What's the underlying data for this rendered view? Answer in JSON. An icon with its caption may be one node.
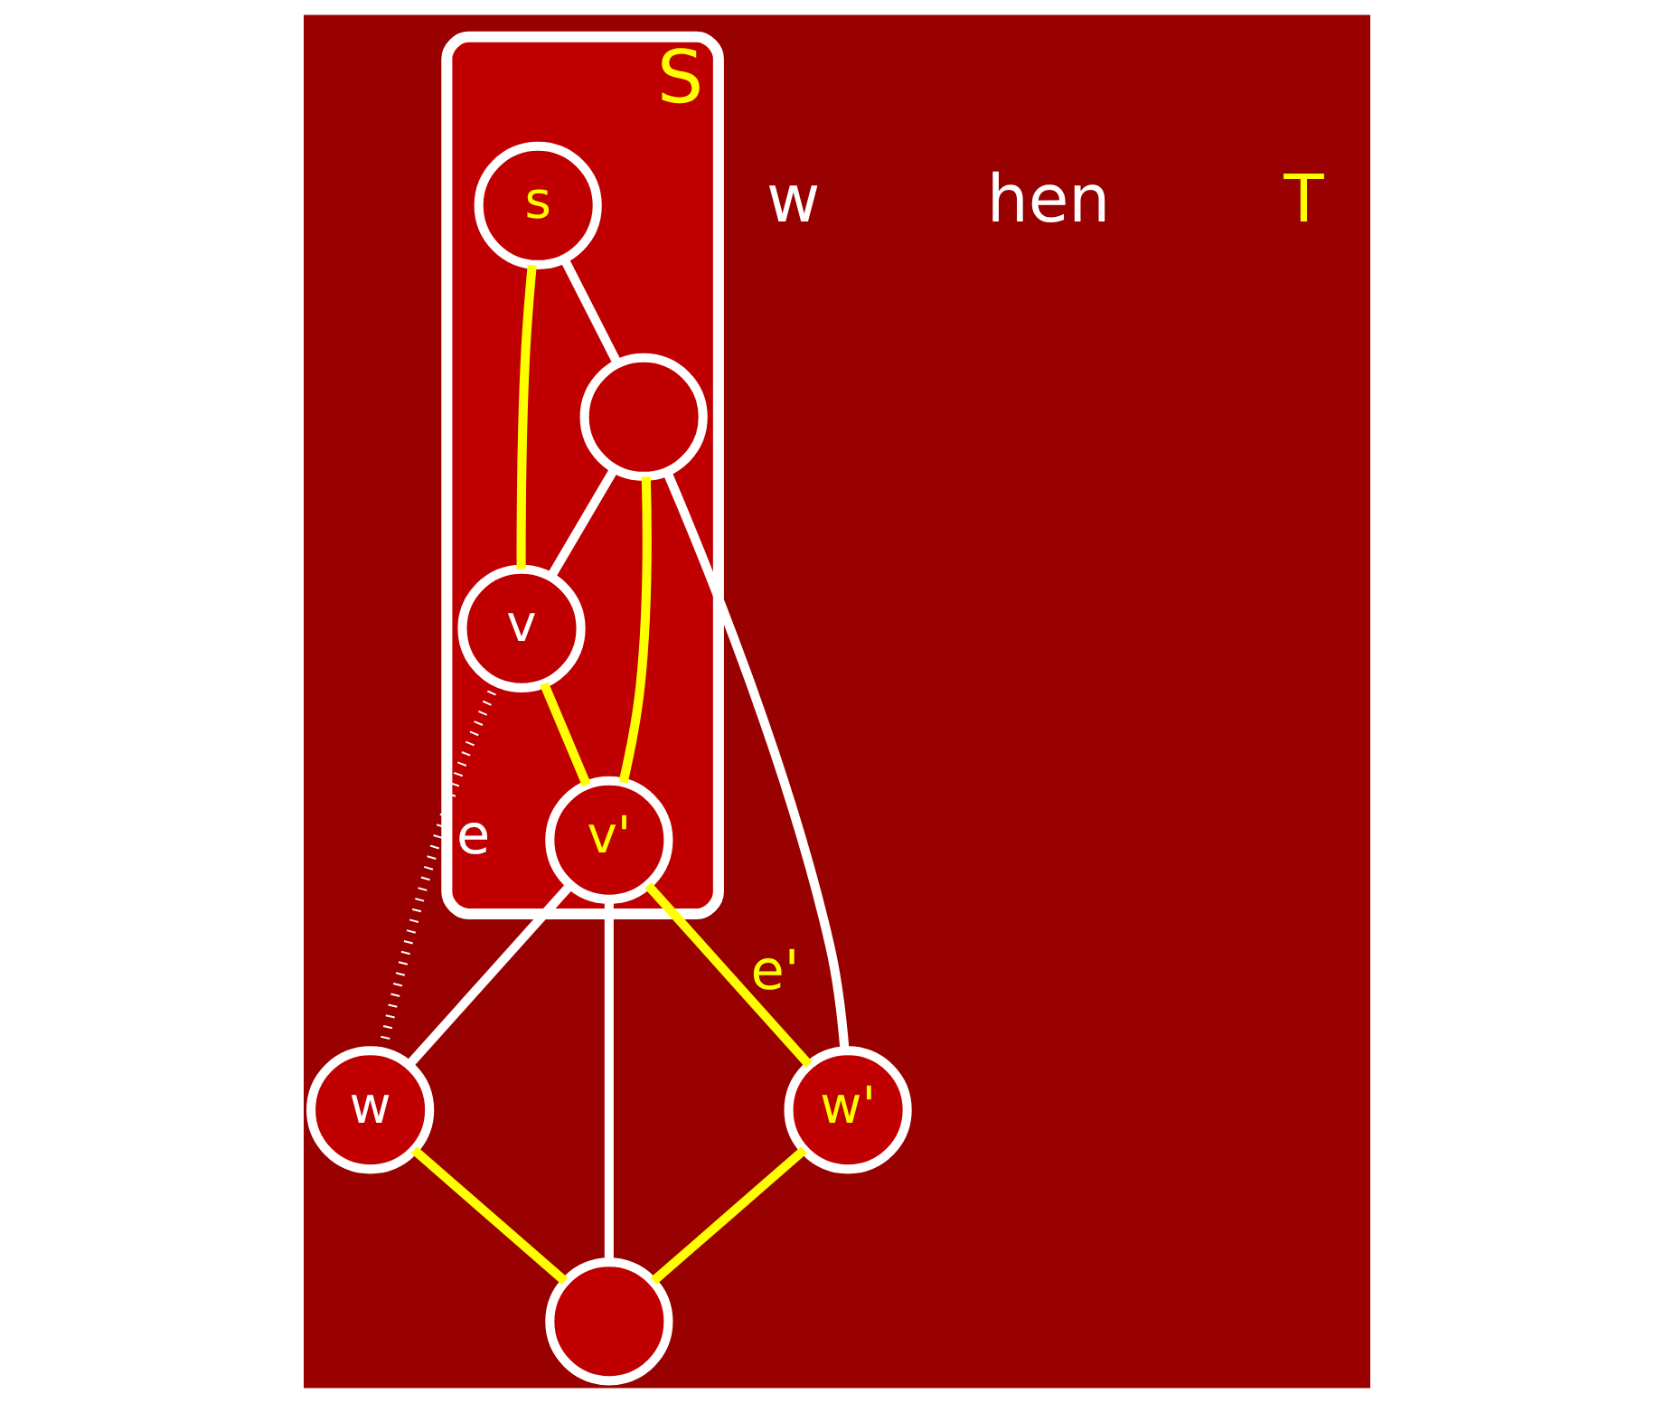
{
  "diagram": {
    "nodes": [
      {
        "text": [
          "S"
        ]
      },
      {
        "text": [
          "s"
        ],
        "in": 0
      },
      {
        "text": [],
        "shape": "circle",
        "in": 0
      },
      {
        "text": [
          "v"
        ],
        "in": 0
      },
      {
        "text": [
          "v'"
        ],
        "in": 0
      },
      {
        "text": [
          "w'"
        ]
      },
      {
        "text": [
          "w"
        ]
      },
      {
        "text": [],
        "shape": "circle"
      }
    ],
    "edges": [
      {
        "from": 1,
        "to": 2,
        "arrow": "none",
        "color": "#ffffff"
      },
      {
        "from": 1,
        "to": 3,
        "arrow": "none",
        "color": "#ffff00"
      },
      {
        "from": 2,
        "to": 3,
        "arrow": "none",
        "color": "#ffffff"
      },
      {
        "from": 2,
        "to": 4,
        "arrow": "none",
        "color": "#ffff00"
      },
      {
        "from": 3,
        "to": 4,
        "arrow": "none",
        "color": "#ffff00"
      },
      {
        "from": 2,
        "to": 5,
        "arrow": "none",
        "color": "#ffffff"
      },
      {
        "from": 4,
        "to": 5,
        "arrow": "none",
        "label": "e'",
        "color": "#ffff00"
      },
      {
        "from": 4,
        "to": 6,
        "arrow": "none",
        "color": "#ffffff"
      },
      {
        "from": 4,
        "to": 7,
        "arrow": "none",
        "color": "#ffffff"
      },
      {
        "from": 3,
        "to": 6,
        "arrow": "none",
        "label": "e",
        "style": "dashed",
        "color": "#ffffff"
      },
      {
        "from": 5,
        "to": 7,
        "arrow": "none",
        "color": "#ffff00"
      },
      {
        "from": 6,
        "to": 7,
        "arrow": "none",
        "color": "#ffff00"
      }
    ],
    "labels": [
      "w",
      "hen",
      "T"
    ]
  }
}
